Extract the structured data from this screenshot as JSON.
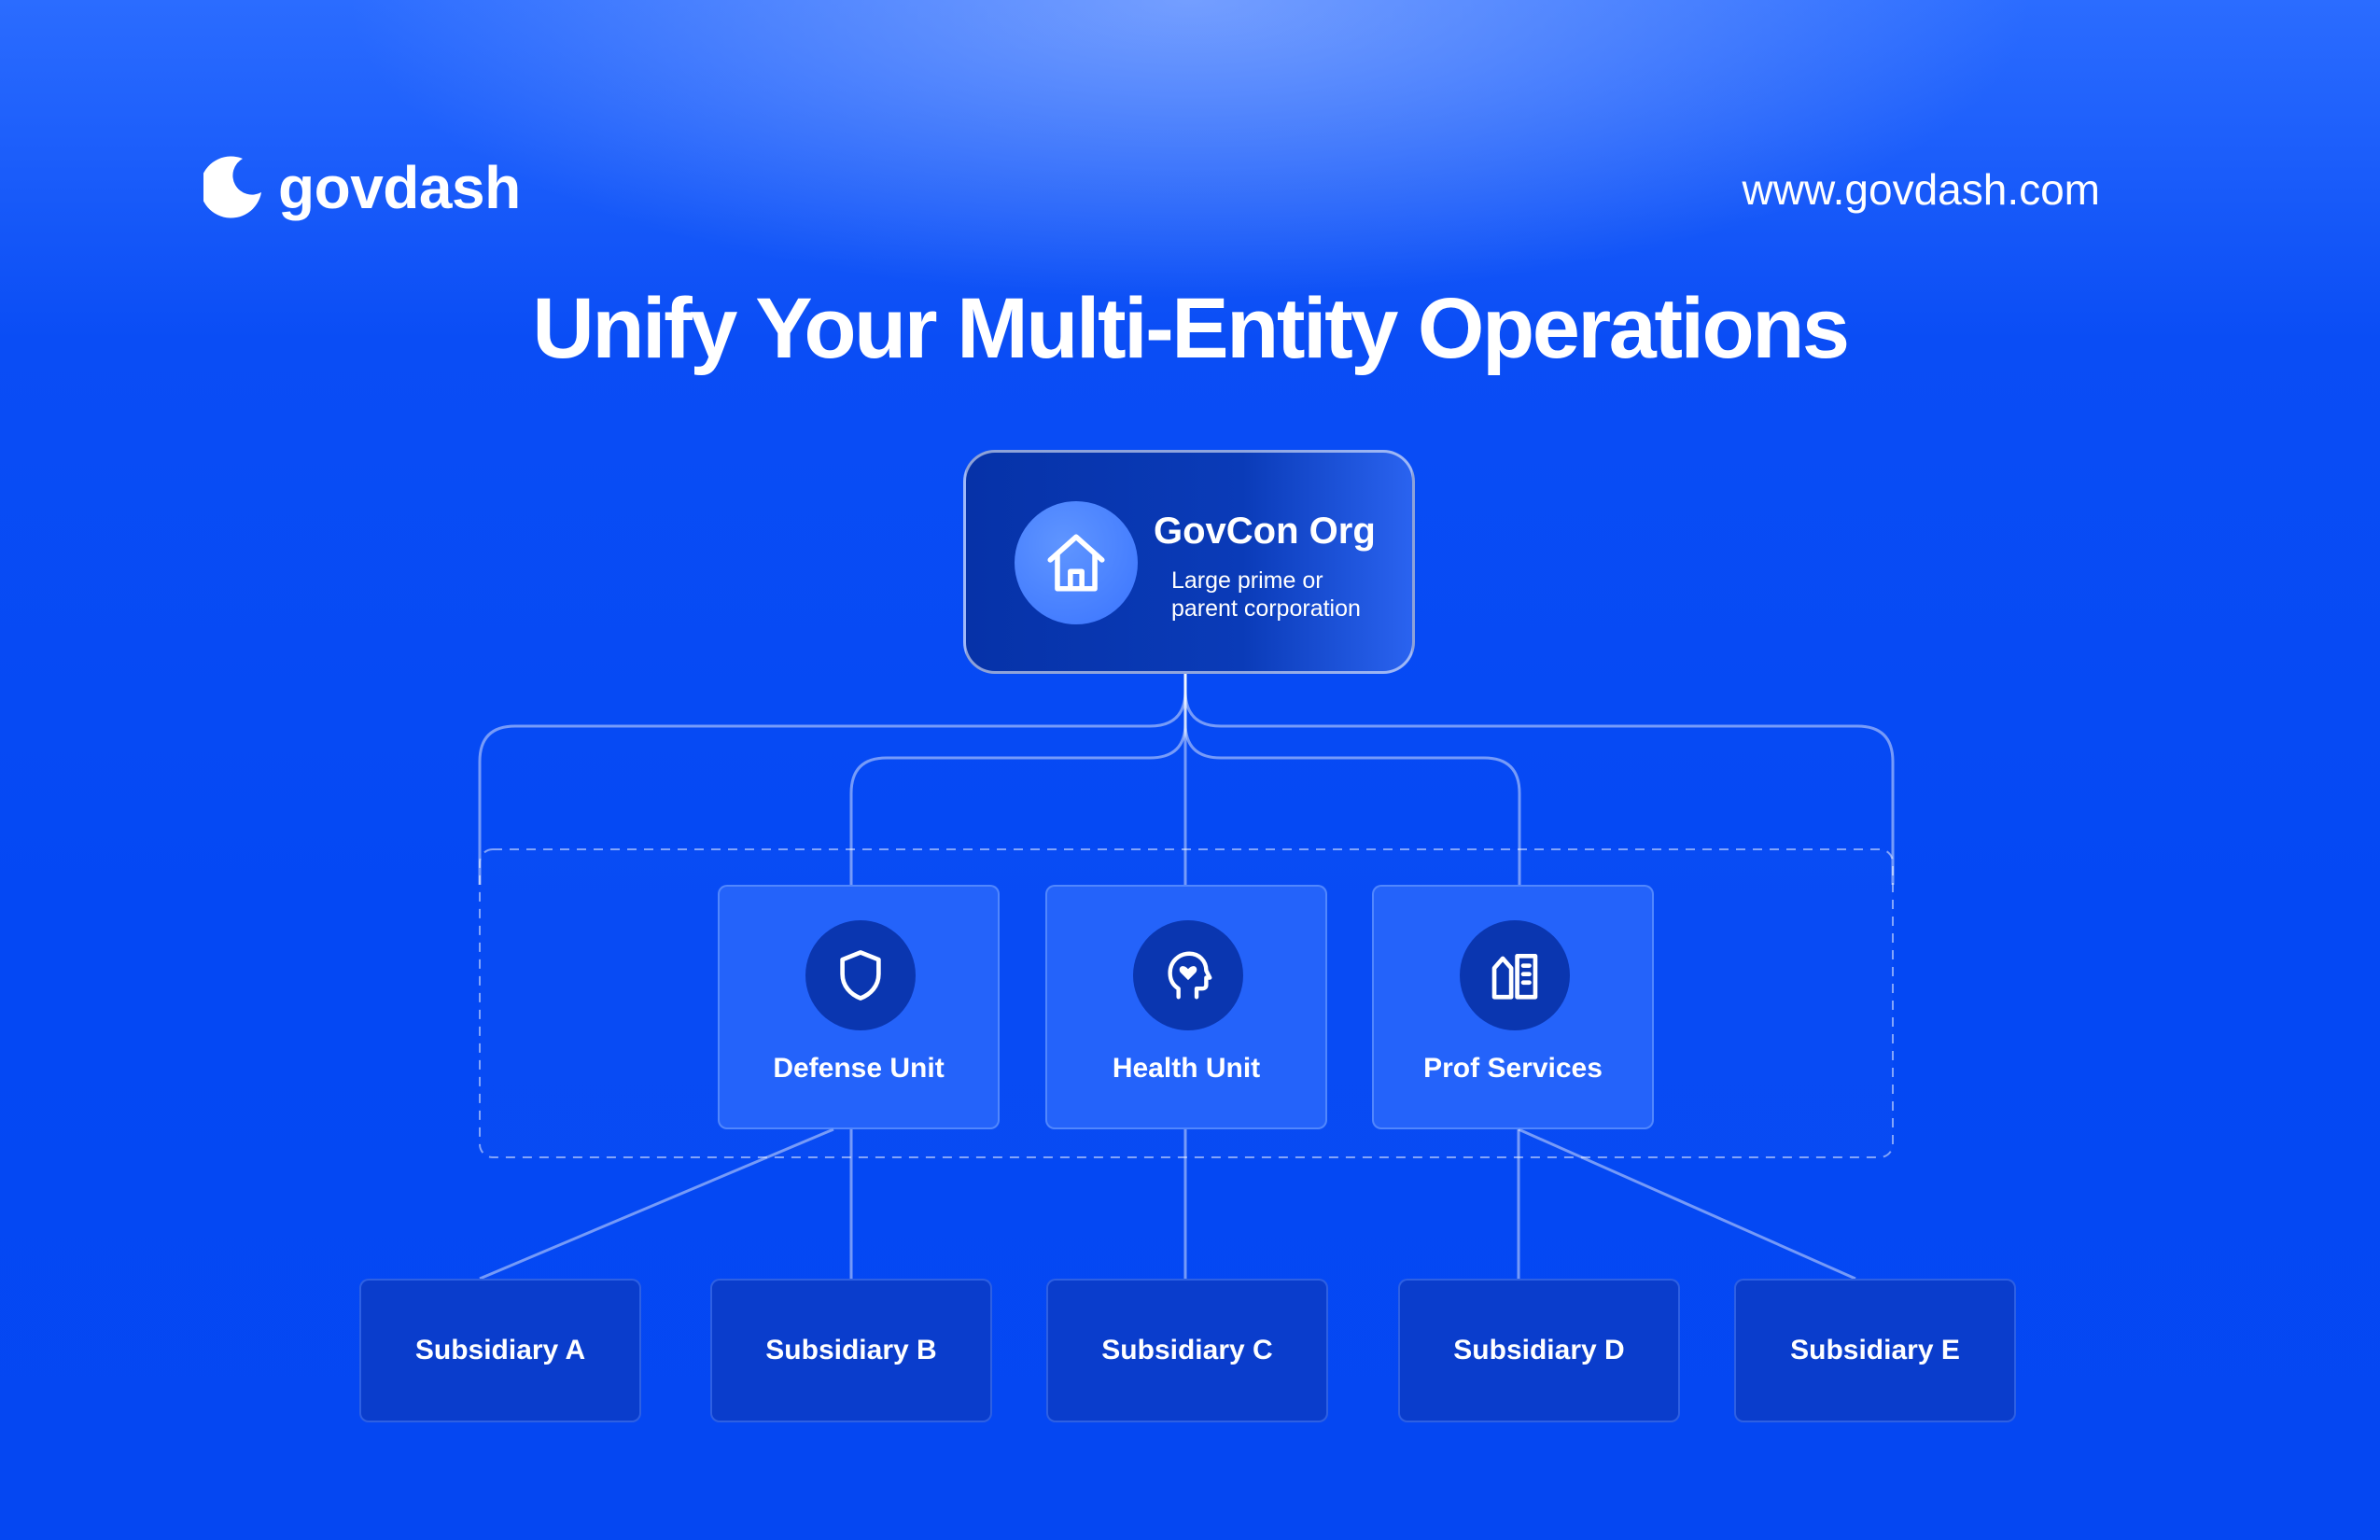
{
  "brand": {
    "name": "govdash",
    "url": "www.govdash.com"
  },
  "title": "Unify Your Multi-Entity Operations",
  "diagram": {
    "root": {
      "title": "GovCon Org",
      "subtitle_line1": "Large prime or",
      "subtitle_line2": "parent corporation",
      "icon": "house-icon"
    },
    "units": [
      {
        "label": "Defense Unit",
        "icon": "shield-icon"
      },
      {
        "label": "Health Unit",
        "icon": "head-heart-icon"
      },
      {
        "label": "Prof Services",
        "icon": "buildings-icon"
      }
    ],
    "subsidiaries": [
      {
        "label": "Subsidiary A"
      },
      {
        "label": "Subsidiary B"
      },
      {
        "label": "Subsidiary C"
      },
      {
        "label": "Subsidiary D"
      },
      {
        "label": "Subsidiary E"
      }
    ]
  },
  "colors": {
    "background": "#0448f4",
    "root_box": "#0632a8",
    "unit_box": "#3c78ff",
    "subsidiary_box": "#0a3dcc"
  }
}
